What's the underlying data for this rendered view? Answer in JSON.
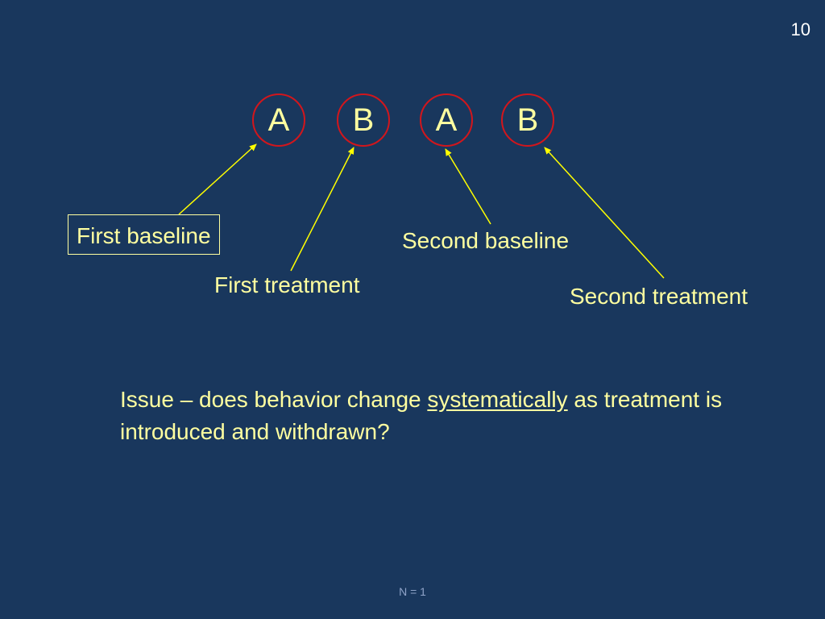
{
  "slide_number": "10",
  "phases": [
    {
      "letter": "A",
      "label": "First baseline"
    },
    {
      "letter": "B",
      "label": "First treatment"
    },
    {
      "letter": "A",
      "label": "Second baseline"
    },
    {
      "letter": "B",
      "label": "Second treatment"
    }
  ],
  "issue": {
    "before": "Issue – does behavior change ",
    "emphasis": "systematically",
    "after": " as treatment is introduced and withdrawn?"
  },
  "footer": "N = 1",
  "colors": {
    "background": "#19375d",
    "text": "#ffffa0",
    "circle_border": "#d2161c",
    "arrow": "#ffff00"
  }
}
